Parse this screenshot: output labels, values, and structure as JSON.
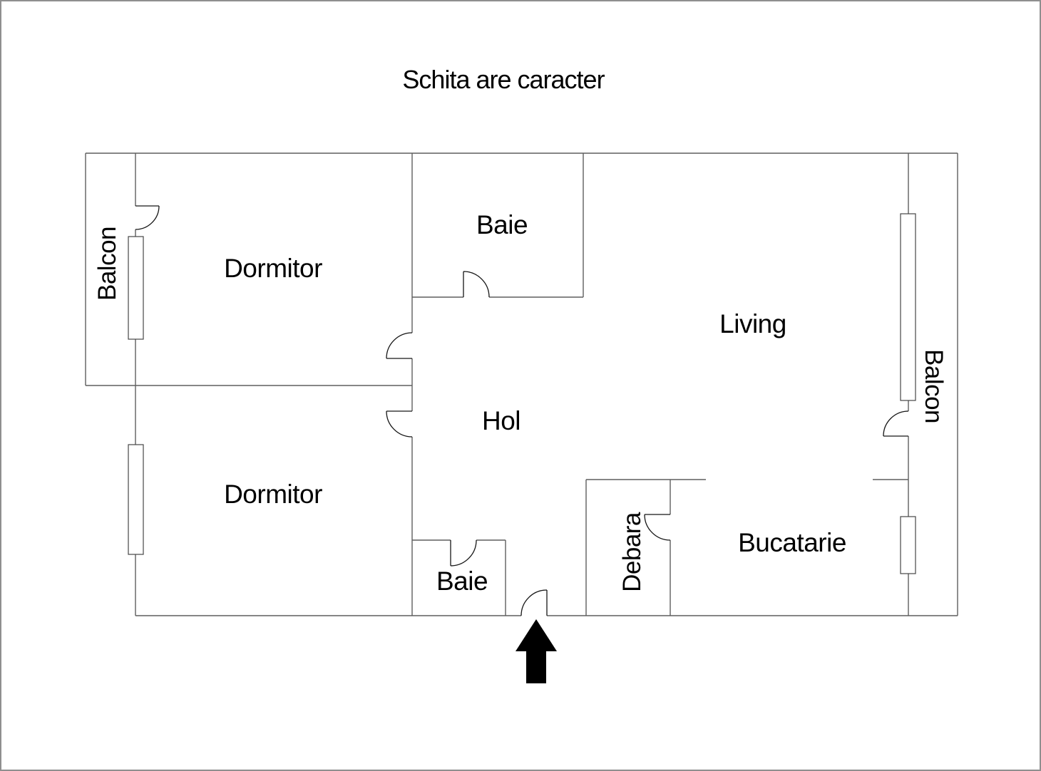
{
  "title": "Schita are caracter",
  "rooms": {
    "balcon_left": "Balcon",
    "dormitor_top": "Dormitor",
    "baie_top": "Baie",
    "living": "Living",
    "hol": "Hol",
    "dormitor_bottom": "Dormitor",
    "baie_bottom": "Baie",
    "debara": "Debara",
    "bucatarie": "Bucatarie",
    "balcon_right": "Balcon"
  },
  "colors": {
    "walls": "#5f5f5f",
    "lines": "#161616",
    "text": "#000000",
    "arrow": "#000000",
    "frame": "#8f8f8f",
    "background": "#ffffff"
  }
}
